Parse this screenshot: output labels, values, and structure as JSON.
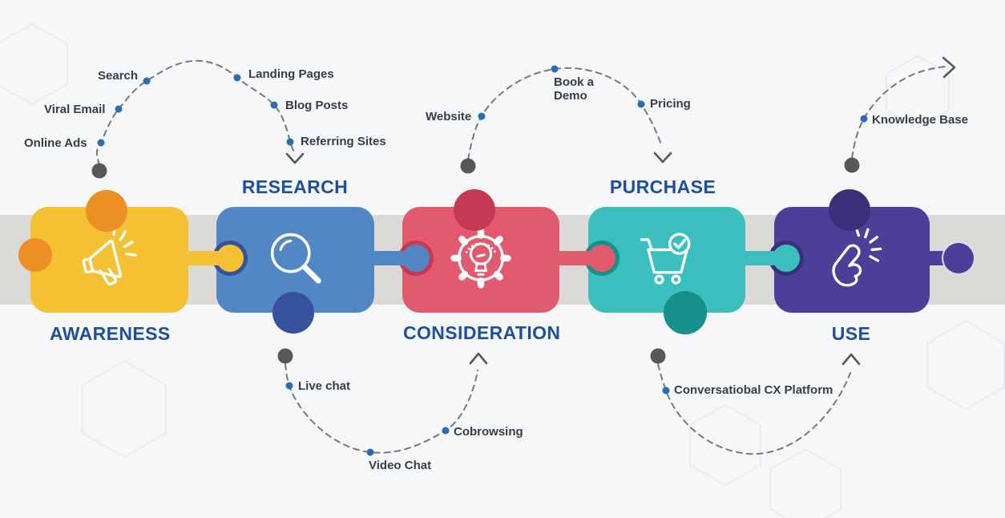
{
  "figure": {
    "type": "customer-journey-puzzle-diagram",
    "description": "Five puzzle pieces on a gray band showing customer journey stages with dashed touchpoint arcs"
  },
  "colors": {
    "background": "#F6F7F8",
    "band": "#DBDAD7",
    "stage_title": "#1D4F9E",
    "touchpoint_label": "#383D45",
    "dashed_line": "#75787D",
    "arrow": "#55585C",
    "big_dot": "#58585A",
    "small_dot": "#2B6CB4",
    "icon_stroke": "#FFFFFF"
  },
  "stages": [
    {
      "id": "awareness",
      "title": "AWARENESS",
      "color": "#F4C134",
      "accent": "#EC8F25",
      "icon": "megaphone-icon",
      "title_position": "below"
    },
    {
      "id": "research",
      "title": "RESEARCH",
      "color": "#5287C5",
      "accent": "#37519E",
      "icon": "magnifier-icon",
      "title_position": "above"
    },
    {
      "id": "consideration",
      "title": "CONSIDERATION",
      "color": "#E15A6D",
      "accent": "#C43A53",
      "icon": "idea-gear-icon",
      "title_position": "below"
    },
    {
      "id": "purchase",
      "title": "PURCHASE",
      "color": "#3BBFBE",
      "accent": "#16908A",
      "icon": "cart-check-icon",
      "title_position": "above"
    },
    {
      "id": "use",
      "title": "USE",
      "color": "#4B3F99",
      "accent": "#393079",
      "icon": "click-hand-icon",
      "title_position": "below"
    }
  ],
  "touchpoints": [
    {
      "id": "online-ads",
      "label": "Online Ads",
      "group": "awareness-to-research"
    },
    {
      "id": "viral-email",
      "label": "Viral Email",
      "group": "awareness-to-research"
    },
    {
      "id": "search",
      "label": "Search",
      "group": "awareness-to-research"
    },
    {
      "id": "landing-pages",
      "label": "Landing Pages",
      "group": "awareness-to-research"
    },
    {
      "id": "blog-posts",
      "label": "Blog Posts",
      "group": "awareness-to-research"
    },
    {
      "id": "referring-sites",
      "label": "Referring Sites",
      "group": "awareness-to-research"
    },
    {
      "id": "website",
      "label": "Website",
      "group": "consideration-to-purchase"
    },
    {
      "id": "book-a-demo",
      "label": "Book a Demo",
      "group": "consideration-to-purchase"
    },
    {
      "id": "pricing",
      "label": "Pricing",
      "group": "consideration-to-purchase"
    },
    {
      "id": "knowledge-base",
      "label": "Knowledge Base",
      "group": "use-onward"
    },
    {
      "id": "live-chat",
      "label": "Live chat",
      "group": "research-to-consideration"
    },
    {
      "id": "video-chat",
      "label": "Video Chat",
      "group": "research-to-consideration"
    },
    {
      "id": "cobrowsing",
      "label": "Cobrowsing",
      "group": "research-to-consideration"
    },
    {
      "id": "cx-platform",
      "label": "Conversatiobal CX Platform",
      "group": "purchase-to-use"
    }
  ]
}
